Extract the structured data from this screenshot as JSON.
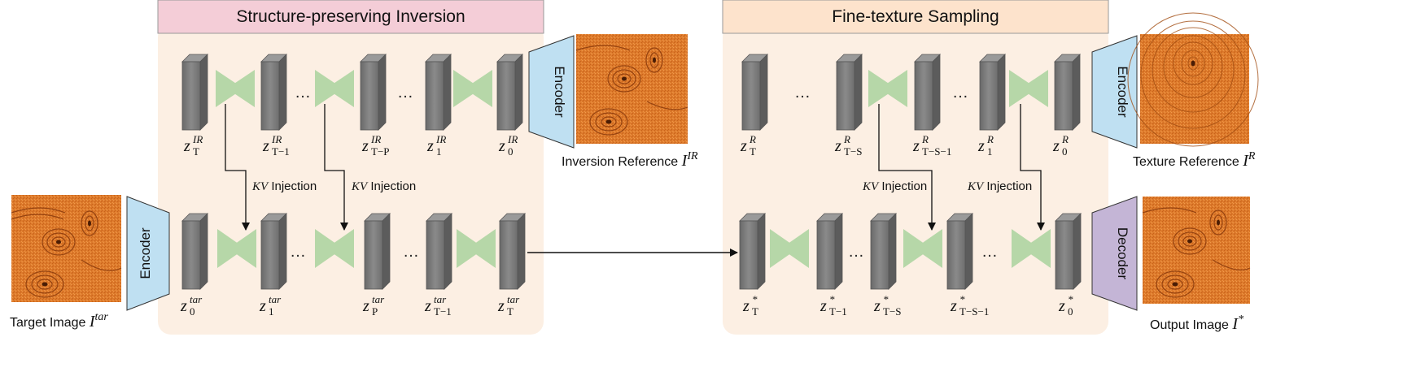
{
  "panels": {
    "inversion_title": "Structure-preserving Inversion",
    "sampling_title": "Fine-texture Sampling"
  },
  "blocks": {
    "encoder": "Encoder",
    "decoder": "Decoder",
    "kv_injection_symbol": "KV",
    "kv_injection_word": "Injection",
    "ellipsis": "…"
  },
  "images": {
    "target": {
      "label": "Target Image",
      "symbol": "I",
      "sup": "tar"
    },
    "inversion_reference": {
      "label": "Inversion Reference",
      "symbol": "I",
      "sup": "IR"
    },
    "texture_reference": {
      "label": "Texture Reference",
      "symbol": "I",
      "sup": "R"
    },
    "output": {
      "label": "Output Image",
      "symbol": "I",
      "sup": "*"
    }
  },
  "latents": {
    "inversion_top": [
      {
        "sub": "T",
        "sup": "IR"
      },
      {
        "sub": "T−1",
        "sup": "IR"
      },
      {
        "sub": "T−P",
        "sup": "IR"
      },
      {
        "sub": "1",
        "sup": "IR"
      },
      {
        "sub": "0",
        "sup": "IR"
      }
    ],
    "inversion_bottom": [
      {
        "sub": "0",
        "sup": "tar"
      },
      {
        "sub": "1",
        "sup": "tar"
      },
      {
        "sub": "P",
        "sup": "tar"
      },
      {
        "sub": "T−1",
        "sup": "tar"
      },
      {
        "sub": "T",
        "sup": "tar"
      }
    ],
    "sampling_top": [
      {
        "sub": "T",
        "sup": "R"
      },
      {
        "sub": "T−S",
        "sup": "R"
      },
      {
        "sub": "T−S−1",
        "sup": "R"
      },
      {
        "sub": "1",
        "sup": "R"
      },
      {
        "sub": "0",
        "sup": "R"
      }
    ],
    "sampling_bottom": [
      {
        "sub": "T",
        "sup": "*"
      },
      {
        "sub": "T−1",
        "sup": "*"
      },
      {
        "sub": "T−S",
        "sup": "*"
      },
      {
        "sub": "T−S−1",
        "sup": "*"
      },
      {
        "sub": "0",
        "sup": "*"
      }
    ]
  },
  "colors": {
    "panel_bg": "#fcefe3",
    "inversion_title_bg": "#f4cdd7",
    "sampling_title_bg": "#fde3cc",
    "unet_green": "#b6d7a8",
    "encoder_blue": "#bfe0f2",
    "decoder_purple": "#c4b5d6",
    "block_gray": "#7a7a7a",
    "texture_orange": "#e07a2c"
  }
}
